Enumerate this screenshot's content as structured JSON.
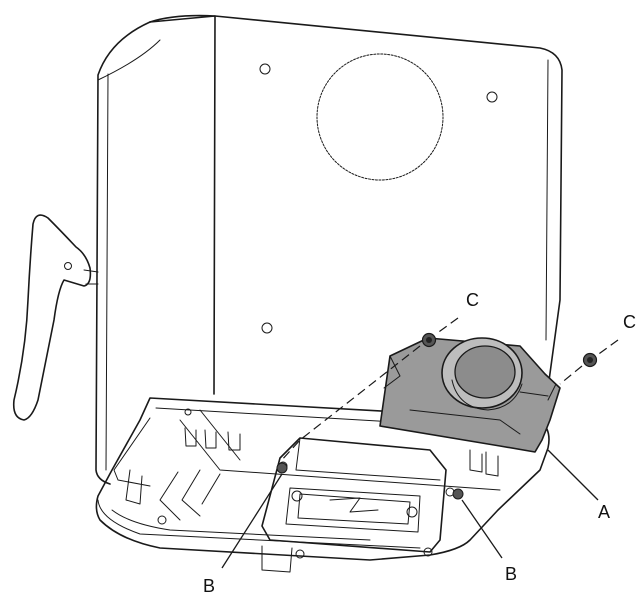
{
  "diagram": {
    "callouts": {
      "c_upper": "C",
      "c_right": "C",
      "a": "A",
      "b_left": "B",
      "b_right": "B"
    },
    "colors": {
      "line": "#1a1a1a",
      "shaded_part": "#9a9a9a",
      "background": "#ffffff"
    }
  }
}
